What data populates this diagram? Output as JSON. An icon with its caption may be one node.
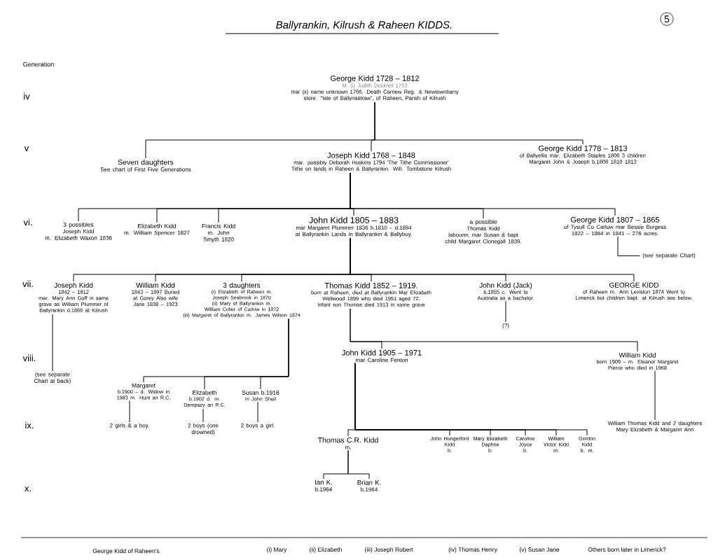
{
  "diagram": {
    "title": "Ballyrankin, Kilrush & Raheen KIDDS.",
    "nodes": [
      {
        "text": [
          "George Kidd 1728 – 1812",
          "M. (i) Judith Dockrell 1753",
          "mar (ii) name unknown 1766. Death Carnew Reg. & Newtownbarry store. \"late of Ballynastraw\", of Raheen, Parish of Kilrush"
        ]
      },
      {
        "text": [
          "Seven daughters",
          "See chart of First Five Generations"
        ]
      },
      {
        "text": [
          "Joseph Kidd 1768 – 1848",
          "mar. possibly Deborah Hoskins 1794 'The Tithe Commissioner' Tithe on lands in Raheen & Ballyrankin. Will. Tombstone Kilrush"
        ]
      },
      {
        "text": [
          "George Kidd 1778 – 1813",
          "of Ballyellis mar. Elizabeth Staples 1806 3 children Margaret John & Joseph b.1808 1810 1813"
        ]
      },
      {
        "text": [
          "3 possibles",
          "Joseph Kidd",
          "m. Elizabeth Waxon 1836"
        ]
      },
      {
        "text": [
          "Elizabeth Kidd",
          "m. William Spencer 1827"
        ]
      },
      {
        "text": [
          "Francis Kidd",
          "m. John Smyth 1820"
        ]
      },
      {
        "text": [
          "John Kidd 1805 – 1883",
          "mar Margaret Plummer 1836 b.1810 – d.1894 at Ballyrankin Lands in Ballyrankin & Ballyboy."
        ]
      },
      {
        "text": [
          "a possible",
          "Thomas Kidd",
          "labourer, mar Susan & bapt child Margaret Clonegall 1839."
        ]
      },
      {
        "text": [
          "George Kidd 1807 – 1865",
          "of Tysull Co Carlow mar Bessie Burgess 1822 – 1864 in 1841 – 276 acres."
        ]
      },
      {
        "text": [
          "(see separate Chart)"
        ]
      },
      {
        "text": [
          "Joseph Kidd",
          "1842 – 1912",
          "mar. Mary Ann Goff in same grave as William Plummer of Ballyrankin d.1866 at Kilrush"
        ]
      },
      {
        "text": [
          "(see separate Chart at back)"
        ]
      },
      {
        "text": [
          "William Kidd",
          "1843 – 1897 Buried at Gorey Also wife Jane 1838 – 1923"
        ]
      },
      {
        "text": [
          "3 daughters",
          "(i) Elizabeth of Raheen m. Joseph Seabrook in 1870",
          "(ii) Mary of Ballyrankin m. William Colier of Carlow in 1872",
          "(iii) Margaret of Ballyrankin m. James Wilson 1874"
        ]
      },
      {
        "text": [
          "Thomas Kidd 1852 – 1919.",
          "born at Raheen, died at Ballyrankin Mar Elizabeth Wellwood 1899 who died 1951 aged 72. Infant son Thomas died 1913 in same grave"
        ]
      },
      {
        "text": [
          "John Kidd (Jack)",
          "b.1855 c. Went to Australia as a bachelor."
        ]
      },
      {
        "text": [
          "(?)"
        ]
      },
      {
        "text": [
          "GEORGE KIDD",
          "of Raheen m. Ann Leviston 1874 Went to Limerick but children bapt. at Kilrush see below."
        ]
      },
      {
        "text": [
          "John Kidd 1905 – 1971",
          "mar Caroline Fenton"
        ]
      },
      {
        "text": [
          "William Kidd",
          "born 1909 – m. Eleanor Margaret Pierce who died in 1968"
        ]
      },
      {
        "text": [
          "Margaret",
          "b.1900 – d. Widow in 1983 m. Hunt an R.C."
        ]
      },
      {
        "text": [
          "Elizabeth",
          "b.1902 d. m. Dempsey an R.C."
        ]
      },
      {
        "text": [
          "Susan b.1916",
          "m John Sheil"
        ]
      },
      {
        "text": [
          "2 girls & a boy."
        ]
      },
      {
        "text": [
          "2 boys (one drowned)"
        ]
      },
      {
        "text": [
          "2 boys a girl."
        ]
      },
      {
        "text": [
          "Thomas C.R. Kidd",
          "m."
        ]
      },
      {
        "text": [
          "John Hungerford Kidd",
          "b."
        ]
      },
      {
        "text": [
          "Mary Elizabeth Daphne",
          "b."
        ]
      },
      {
        "text": [
          "Caroline Joyce",
          "b."
        ]
      },
      {
        "text": [
          "William Victor Kidd",
          "m."
        ]
      },
      {
        "text": [
          "Gordon Kidd",
          "b. m."
        ]
      },
      {
        "text": [
          "William Thomas Kidd and 2 daughters Mary Elizabeth & Margaret Ann"
        ]
      },
      {
        "text": [
          "Ian K.",
          "b.1964"
        ]
      },
      {
        "text": [
          "Brian K.",
          "b.1964"
        ]
      }
    ],
    "edges": [
      {
        "from": 0,
        "to": 1,
        "arrow": "none"
      },
      {
        "from": 0,
        "to": 2,
        "arrow": "none"
      },
      {
        "from": 0,
        "to": 3,
        "arrow": "none"
      },
      {
        "from": 2,
        "to": 4,
        "arrow": "none"
      },
      {
        "from": 2,
        "to": 5,
        "arrow": "none"
      },
      {
        "from": 2,
        "to": 6,
        "arrow": "none"
      },
      {
        "from": 2,
        "to": 7,
        "arrow": "none"
      },
      {
        "from": 2,
        "to": 8,
        "arrow": "none"
      },
      {
        "from": 2,
        "to": 9,
        "arrow": "none"
      },
      {
        "from": 9,
        "to": 10,
        "arrow": "none"
      },
      {
        "from": 7,
        "to": 11,
        "arrow": "none"
      },
      {
        "from": 7,
        "to": 13,
        "arrow": "none"
      },
      {
        "from": 7,
        "to": 14,
        "arrow": "none"
      },
      {
        "from": 7,
        "to": 15,
        "arrow": "none"
      },
      {
        "from": 7,
        "to": 16,
        "arrow": "none"
      },
      {
        "from": 7,
        "to": 18,
        "arrow": "none"
      },
      {
        "from": 11,
        "to": 12,
        "arrow": "none"
      },
      {
        "from": 16,
        "to": 17,
        "arrow": "none"
      },
      {
        "from": 15,
        "to": 19,
        "arrow": "none"
      },
      {
        "from": 15,
        "to": 20,
        "arrow": "none"
      },
      {
        "from": 14,
        "to": 21,
        "arrow": "none"
      },
      {
        "from": 14,
        "to": 22,
        "arrow": "none"
      },
      {
        "from": 14,
        "to": 23,
        "arrow": "none"
      },
      {
        "from": 21,
        "to": 24,
        "arrow": "none"
      },
      {
        "from": 22,
        "to": 25,
        "arrow": "none"
      },
      {
        "from": 23,
        "to": 26,
        "arrow": "none"
      },
      {
        "from": 19,
        "to": 27,
        "arrow": "none"
      },
      {
        "from": 19,
        "to": 28,
        "arrow": "none"
      },
      {
        "from": 19,
        "to": 29,
        "arrow": "none"
      },
      {
        "from": 19,
        "to": 30,
        "arrow": "none"
      },
      {
        "from": 19,
        "to": 31,
        "arrow": "none"
      },
      {
        "from": 19,
        "to": 32,
        "arrow": "none"
      },
      {
        "from": 20,
        "to": 33,
        "arrow": "none"
      },
      {
        "from": 27,
        "to": 34,
        "arrow": "none"
      },
      {
        "from": 27,
        "to": 35,
        "arrow": "none"
      }
    ],
    "labels": [
      "5",
      "Generation",
      "iv",
      "v",
      "vi.",
      "vii.",
      "viii.",
      "ix.",
      "x.",
      "George Kidd of Raheen's",
      "(i) Mary",
      "(ii) Elizabeth",
      "(iii) Joseph Robert",
      "(iv) Thomas Henry",
      "(v) Susan Jane",
      "Others born later in Limerick?"
    ]
  }
}
